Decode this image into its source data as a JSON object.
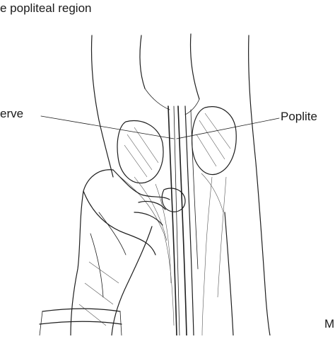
{
  "figure": {
    "title": "e popliteal region",
    "labels": {
      "left": "erve",
      "right": "Poplite",
      "corner": "M"
    }
  },
  "colors": {
    "background": "#ffffff",
    "ink": "#1e1e1e"
  }
}
